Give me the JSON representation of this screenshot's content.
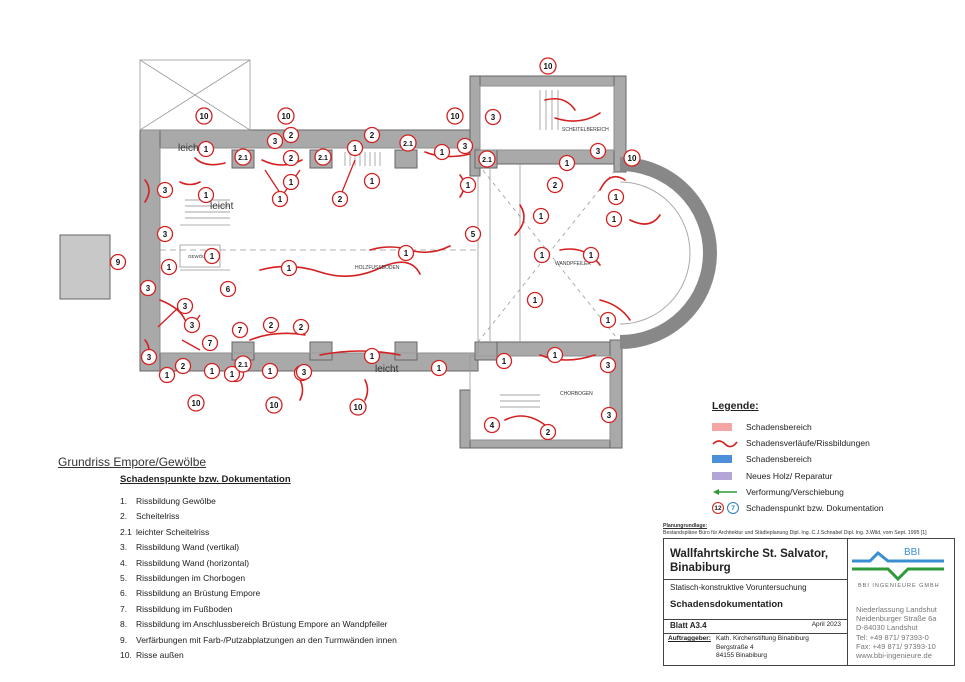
{
  "plan": {
    "labels": {
      "leicht": "leicht",
      "chorbogen": "leicht",
      "section_a": "HOLZFUSSBODEN",
      "section_b": "SCHEITELBEREICH",
      "section_c": "WANDPFEILER",
      "section_d": "CHORBOGEN",
      "section_e": "GEWÖLBE"
    },
    "markers": [
      {
        "n": "10"
      },
      {
        "n": "10"
      },
      {
        "n": "10"
      },
      {
        "n": "10"
      },
      {
        "n": "10"
      },
      {
        "n": "10"
      },
      {
        "n": "10"
      },
      {
        "n": "10"
      },
      {
        "n": "1"
      },
      {
        "n": "1"
      },
      {
        "n": "1"
      },
      {
        "n": "1"
      },
      {
        "n": "1"
      },
      {
        "n": "1"
      },
      {
        "n": "1"
      },
      {
        "n": "1"
      },
      {
        "n": "1"
      },
      {
        "n": "1"
      },
      {
        "n": "1"
      },
      {
        "n": "1"
      },
      {
        "n": "1"
      },
      {
        "n": "1"
      },
      {
        "n": "1"
      },
      {
        "n": "1"
      },
      {
        "n": "1"
      },
      {
        "n": "1"
      },
      {
        "n": "1"
      },
      {
        "n": "1"
      },
      {
        "n": "1"
      },
      {
        "n": "1"
      },
      {
        "n": "1"
      },
      {
        "n": "1"
      },
      {
        "n": "1"
      },
      {
        "n": "1"
      },
      {
        "n": "1"
      },
      {
        "n": "1"
      },
      {
        "n": "1"
      },
      {
        "n": "1"
      },
      {
        "n": "2"
      },
      {
        "n": "2"
      },
      {
        "n": "2"
      },
      {
        "n": "2"
      },
      {
        "n": "2"
      },
      {
        "n": "2"
      },
      {
        "n": "2"
      },
      {
        "n": "2"
      },
      {
        "n": "2"
      },
      {
        "n": "2.1"
      },
      {
        "n": "2.1"
      },
      {
        "n": "2.1"
      },
      {
        "n": "2.1"
      },
      {
        "n": "2.1"
      },
      {
        "n": "3"
      },
      {
        "n": "3"
      },
      {
        "n": "3"
      },
      {
        "n": "3"
      },
      {
        "n": "3"
      },
      {
        "n": "3"
      },
      {
        "n": "3"
      },
      {
        "n": "3"
      },
      {
        "n": "3"
      },
      {
        "n": "3"
      },
      {
        "n": "3"
      },
      {
        "n": "3"
      },
      {
        "n": "3"
      },
      {
        "n": "4"
      },
      {
        "n": "5"
      },
      {
        "n": "6"
      },
      {
        "n": "7"
      },
      {
        "n": "7"
      },
      {
        "n": "9"
      }
    ]
  },
  "plan_title": "Grundriss Empore/Gewölbe",
  "damage_list": {
    "heading": "Schadenspunkte bzw. Dokumentation",
    "items": [
      {
        "num": "1.",
        "text": "Rissbildung Gewölbe"
      },
      {
        "num": "2.",
        "text": "Scheitelriss"
      },
      {
        "num": "2.1",
        "text": "leichter Scheitelriss"
      },
      {
        "num": "3.",
        "text": "Rissbildung Wand (vertikal)"
      },
      {
        "num": "4.",
        "text": "Rissbildung Wand (horizontal)"
      },
      {
        "num": "5.",
        "text": "Rissbildungen im Chorbogen"
      },
      {
        "num": "6.",
        "text": "Rissbildung an Brüstung Empore"
      },
      {
        "num": "7.",
        "text": "Rissbildung im Fußboden"
      },
      {
        "num": "8.",
        "text": "Rissbildung im Anschlussbereich Brüstung Empore an Wandpfeiler"
      },
      {
        "num": "9.",
        "text": "Verfärbungen mit Farb-/Putzabplatzungen an den Turmwänden innen"
      },
      {
        "num": "10.",
        "text": "Risse außen"
      }
    ]
  },
  "legend": {
    "heading": "Legende:",
    "items": [
      {
        "label": "Schadensbereich",
        "kind": "fill",
        "color": "#f4a6a6"
      },
      {
        "label": "Schadensverläufe/Rissbildungen",
        "kind": "crack",
        "color": "#d42020"
      },
      {
        "label": "Schadensbereich",
        "kind": "fill",
        "color": "#4a8fd8"
      },
      {
        "label": "Neues Holz/ Reparatur",
        "kind": "fill",
        "color": "#b3a6d6"
      },
      {
        "label": "Verformung/Verschiebung",
        "kind": "arrow",
        "color": "#2a9a3a"
      },
      {
        "label": "Schadenspunkt bzw. Dokumentation",
        "kind": "badges",
        "badge_red": "12",
        "badge_blue": "7"
      }
    ]
  },
  "source_note": {
    "label": "Planungrundlage:",
    "text": "Bestandspläne Büro für Architektur und Städteplanung Dipl. Ing. C.J.Schnabel Dipl. Ing. 3.Wild, vom Sept. 1995 [1]"
  },
  "titleblock": {
    "project": "Wallfahrtskirche St. Salvator, Binabiburg",
    "subtitle": "Statisch-konstruktive Voruntersuchung",
    "doc_title": "Schadensdokumentation",
    "sheet": "Blatt A3.4",
    "date": "April 2023",
    "client_label": "Auftraggeber:",
    "client_name": "Kath. Kirchenstiftung Binabiburg",
    "client_street": "Bergstraße 4",
    "client_city": "84155 Binabiburg"
  },
  "company": {
    "logo_text": "BBI",
    "name": "BBI INGENIEURE GMBH",
    "branch": "Niederlassung Landshut",
    "street": "Neidenburger Straße 6a",
    "city": "D-84030 Landshut",
    "tel": "Tel: +49 871/ 97393-0",
    "fax": "Fax: +49 871/ 97393-10",
    "web": "www.bbi-ingenieure.de",
    "colors": {
      "blue": "#3a8fd0",
      "green": "#2f9a3c"
    }
  }
}
